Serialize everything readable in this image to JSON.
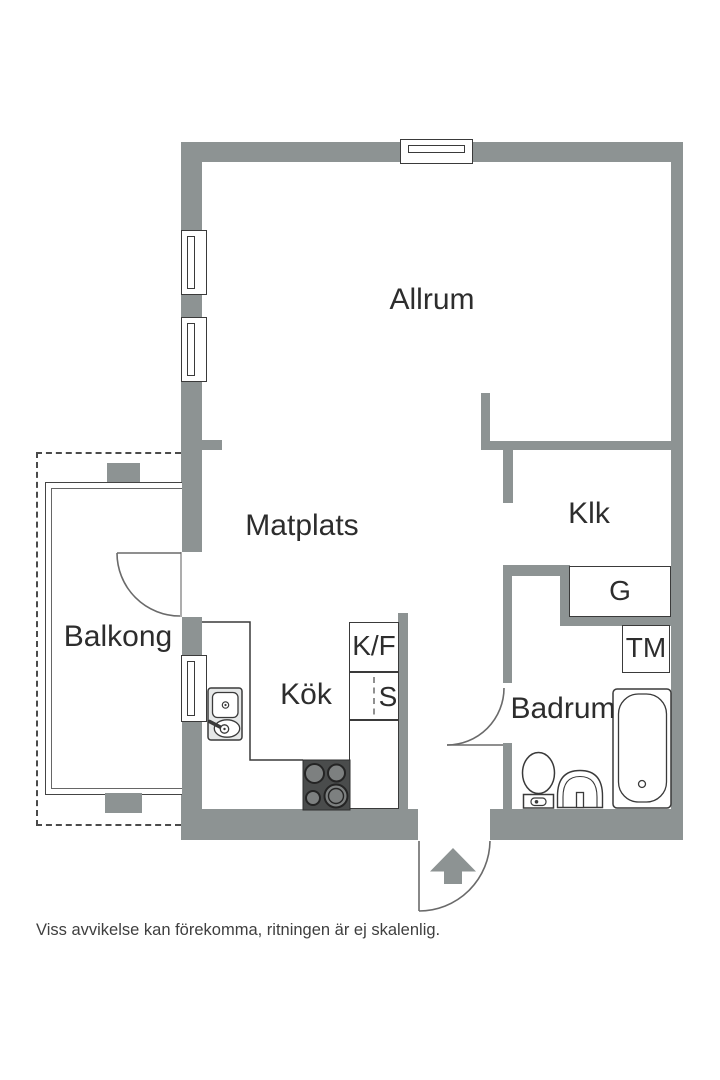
{
  "colors": {
    "wall": "#8d9393",
    "line": "#3a3a3a",
    "door": "#6a6a6a",
    "text": "#2d2d2d",
    "stove": "#4a4c4c",
    "burner": "#7d8080"
  },
  "rooms": {
    "living": "Allrum",
    "dining": "Matplats",
    "walk_in_closet": "Klk",
    "balcony": "Balkong",
    "kitchen": "Kök",
    "bathroom": "Badrum"
  },
  "fixtures": {
    "fridge_freezer": "K/F",
    "pantry": "S",
    "wardrobe": "G",
    "washing_machine": "TM"
  },
  "footer": {
    "disclaimer": "Viss avvikelse kan förekomma, ritningen är ej skalenlig."
  }
}
